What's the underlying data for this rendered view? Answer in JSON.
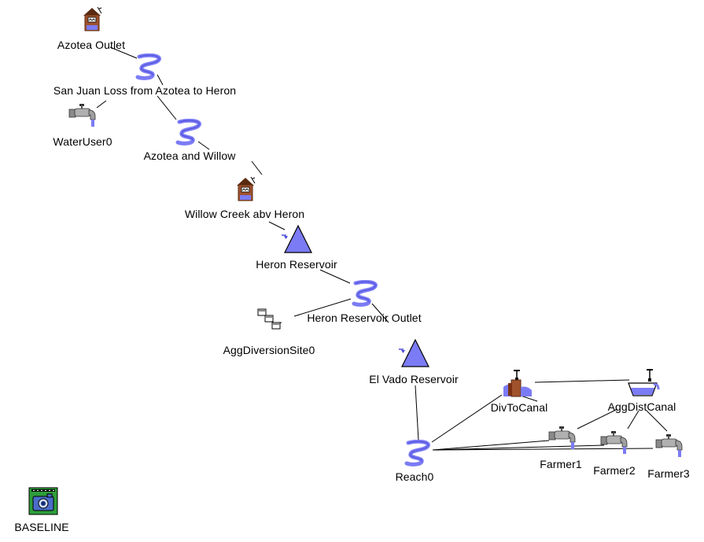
{
  "nodes": [
    {
      "id": "azotea_outlet",
      "label": "Azotea Outlet",
      "icon": "gage-house-icon"
    },
    {
      "id": "sj_loss",
      "label": "San Juan Loss from Azotea to Heron",
      "icon": "reach-icon"
    },
    {
      "id": "wateruser0",
      "label": "WaterUser0",
      "icon": "faucet-icon"
    },
    {
      "id": "azotea_willow",
      "label": "Azotea and Willow",
      "icon": "reach-icon"
    },
    {
      "id": "willow_creek",
      "label": "Willow Creek abv Heron",
      "icon": "gage-house-icon"
    },
    {
      "id": "heron_res",
      "label": "Heron Reservoir",
      "icon": "reservoir-icon"
    },
    {
      "id": "heron_outlet",
      "label": "Heron Reservoir Outlet",
      "icon": "reach-icon"
    },
    {
      "id": "aggdiv",
      "label": "AggDiversionSite0",
      "icon": "agg-diversion-icon"
    },
    {
      "id": "elvado",
      "label": "El Vado Reservoir",
      "icon": "reservoir-icon"
    },
    {
      "id": "divtocanal",
      "label": "DivToCanal",
      "icon": "diversion-gate-icon"
    },
    {
      "id": "aggdist",
      "label": "AggDistCanal",
      "icon": "canal-icon"
    },
    {
      "id": "reach0",
      "label": "Reach0",
      "icon": "reach-icon"
    },
    {
      "id": "farmer1",
      "label": "Farmer1",
      "icon": "faucet-icon"
    },
    {
      "id": "farmer2",
      "label": "Farmer2",
      "icon": "faucet-icon"
    },
    {
      "id": "farmer3",
      "label": "Farmer3",
      "icon": "faucet-icon"
    },
    {
      "id": "baseline",
      "label": "BASELINE",
      "icon": "camera-snapshot-icon"
    }
  ],
  "colors": {
    "water": "#7b7bf5",
    "water_dark": "#4a4ad8",
    "house": "#a0522d",
    "house_dark": "#5a2a10",
    "metal": "#8a8a8a",
    "camera_bg": "#2e9d3a",
    "line": "#000000"
  }
}
